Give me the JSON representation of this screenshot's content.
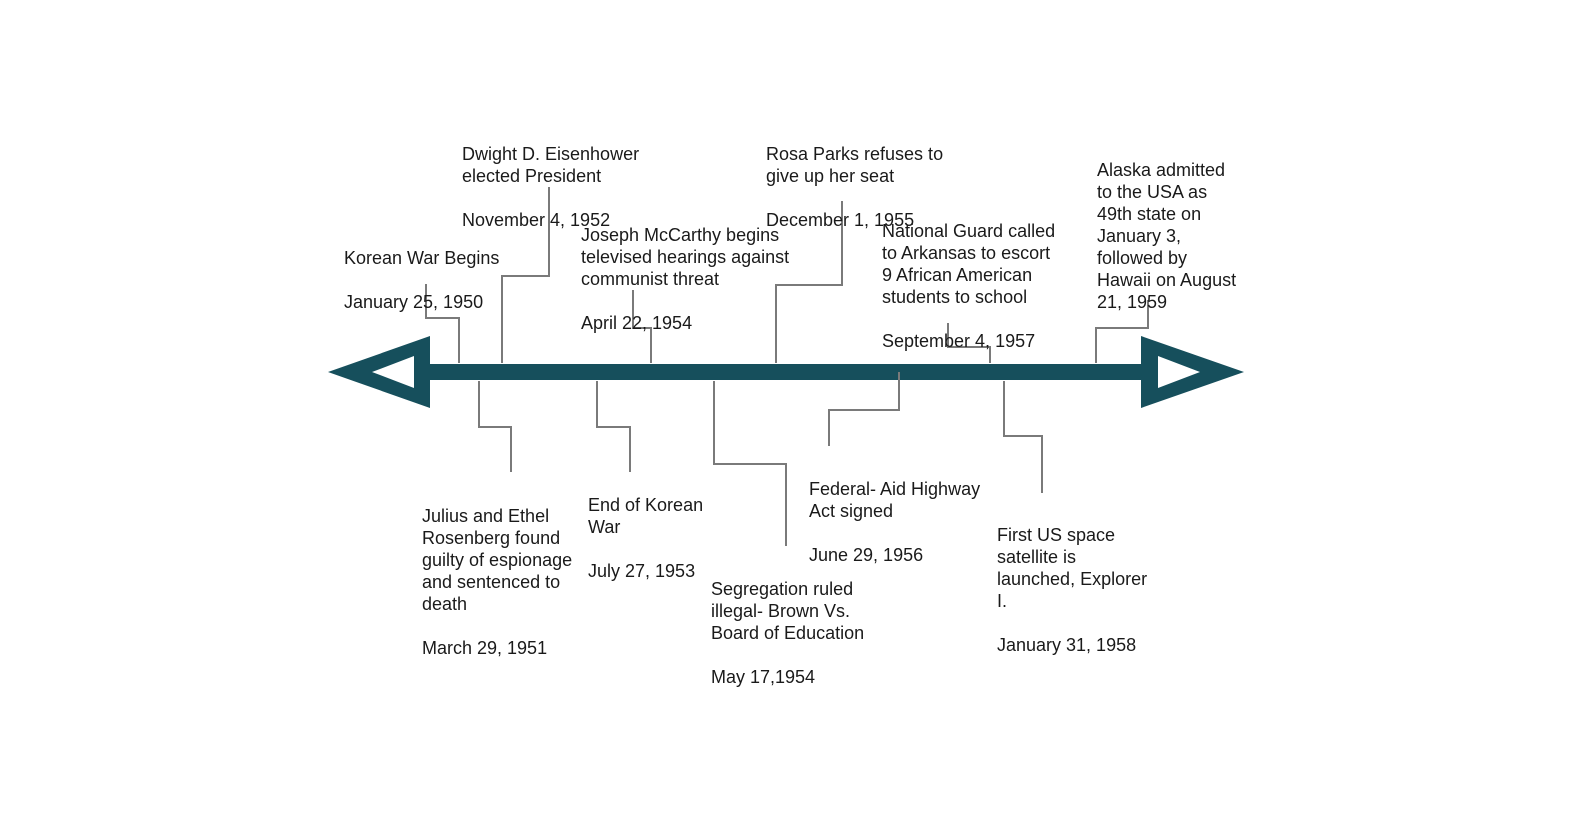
{
  "timeline": {
    "colors": {
      "axis": "#164f5c",
      "connector": "#7a7a7a",
      "text": "#1a1a1a",
      "background": "#ffffff"
    },
    "events": [
      {
        "id": "korean-war-begins",
        "description": "Korean War Begins",
        "date": "January 25, 1950",
        "side": "above"
      },
      {
        "id": "rosenberg",
        "description": "Julius and Ethel\nRosenberg found\nguilty of espionage\nand sentenced to\ndeath",
        "date": "March 29, 1951",
        "side": "below"
      },
      {
        "id": "eisenhower",
        "description": "Dwight D. Eisenhower\nelected President",
        "date": "November 4, 1952",
        "side": "above"
      },
      {
        "id": "korean-war-end",
        "description": "End of Korean\nWar",
        "date": "July 27, 1953",
        "side": "below"
      },
      {
        "id": "mccarthy",
        "description": "Joseph McCarthy begins\ntelevised hearings against\ncommunist threat",
        "date": "April 22, 1954",
        "side": "above"
      },
      {
        "id": "brown-v-board",
        "description": "Segregation ruled\nillegal- Brown Vs.\nBoard of Education",
        "date": "May 17,1954",
        "side": "below"
      },
      {
        "id": "rosa-parks",
        "description": "Rosa Parks refuses to\ngive up her seat",
        "date": "December 1, 1955",
        "side": "above"
      },
      {
        "id": "highway-act",
        "description": "Federal- Aid Highway\nAct signed",
        "date": "June 29, 1956",
        "side": "below"
      },
      {
        "id": "little-rock",
        "description": "National Guard called\nto Arkansas to escort\n9 African American\nstudents to school",
        "date": "September 4, 1957",
        "side": "above"
      },
      {
        "id": "explorer",
        "description": "First US space\nsatellite is\nlaunched, Explorer\nI.",
        "date": "January 31, 1958",
        "side": "below"
      },
      {
        "id": "alaska-hawaii",
        "description": "Alaska admitted\nto the USA as\n49th state on\nJanuary 3,\nfollowed by\nHawaii on August\n21, 1959",
        "date": "",
        "side": "above"
      }
    ]
  }
}
